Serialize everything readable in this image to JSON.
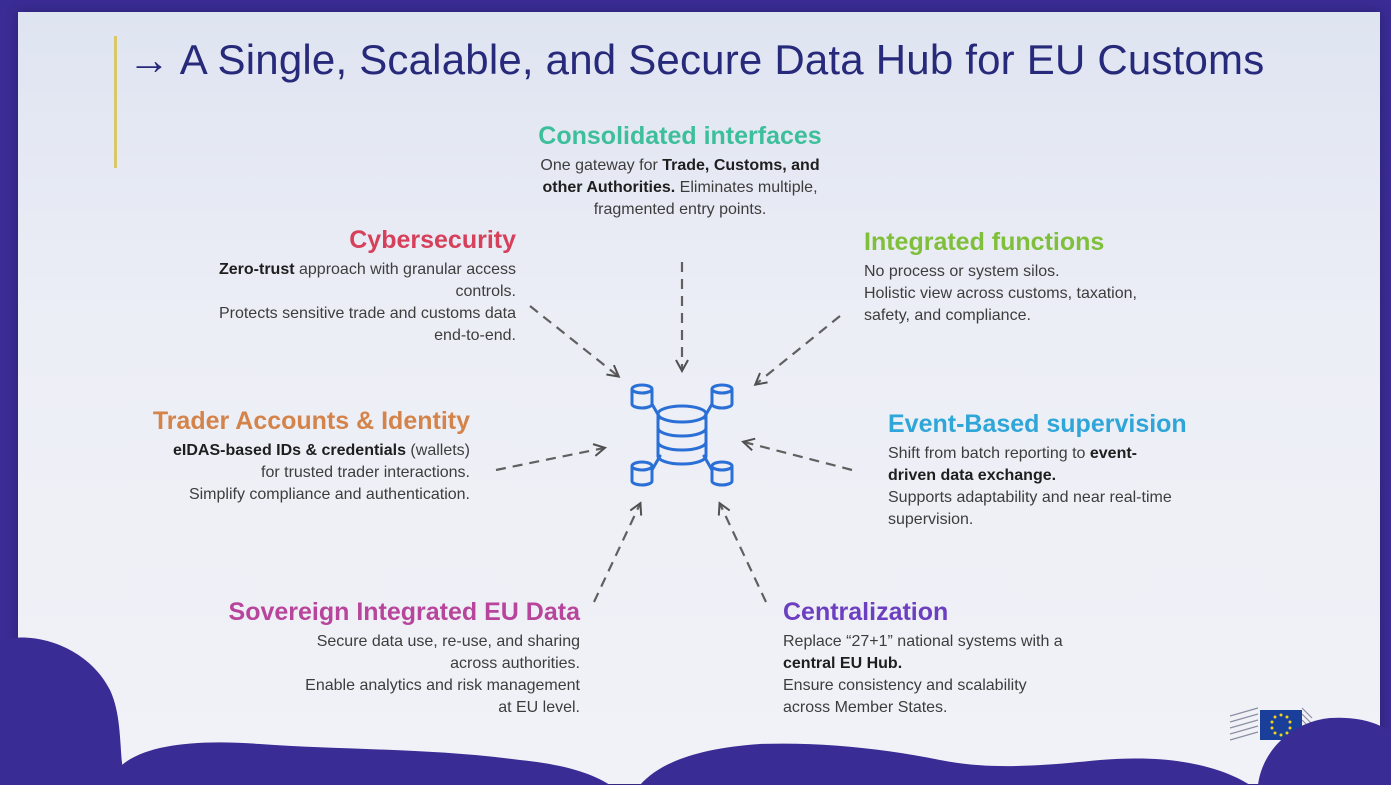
{
  "slide": {
    "title": "→ A Single, Scalable, and Secure Data Hub for EU Customs"
  },
  "colors": {
    "title": "#27297a",
    "consolidated": "#3cbf9a",
    "cybersecurity": "#d6405a",
    "integrated": "#7fbf3a",
    "trader": "#d4844a",
    "event": "#2fa6d8",
    "sovereign": "#b8459c",
    "centralization": "#6b3fc0",
    "hub_icon": "#2a6fd6"
  },
  "hub": {
    "icon": "database-hub-icon"
  },
  "consolidated": {
    "heading": "Consolidated interfaces",
    "l1_pre": "One gateway for ",
    "l1_bold": "Trade, Customs, and",
    "l2_bold": "other Authorities.",
    "l2_post": " Eliminates multiple,",
    "l3": "fragmented entry points."
  },
  "cybersecurity": {
    "heading": "Cybersecurity",
    "l1_bold": "Zero-trust",
    "l1_post": " approach with granular access",
    "l2": "controls.",
    "l3": "Protects sensitive trade and customs data",
    "l4": "end-to-end."
  },
  "integrated": {
    "heading": "Integrated functions",
    "l1": "No process or system silos.",
    "l2": "Holistic view across customs, taxation,",
    "l3": "safety, and compliance."
  },
  "trader": {
    "heading": "Trader Accounts & Identity",
    "l1_bold": "eIDAS-based IDs & credentials",
    "l1_post": " (wallets)",
    "l2": "for trusted trader interactions.",
    "l3": "Simplify compliance and authentication."
  },
  "event": {
    "heading": "Event-Based supervision",
    "l1_pre": "Shift from batch reporting to ",
    "l1_bold": "event-",
    "l2_bold": "driven data exchange.",
    "l3": "Supports adaptability and near real-time",
    "l4": "supervision."
  },
  "sovereign": {
    "heading": "Sovereign Integrated EU Data",
    "l1": "Secure data use, re-use, and sharing",
    "l2": "across authorities.",
    "l3": "Enable analytics and risk management",
    "l4": "at EU level."
  },
  "centralization": {
    "heading": "Centralization",
    "l1": "Replace “27+1” national systems with a",
    "l2_bold": "central EU Hub.",
    "l3": "Ensure consistency and scalability",
    "l4": "across Member States."
  },
  "logo": {
    "icon": "eu-commission-logo-icon"
  }
}
